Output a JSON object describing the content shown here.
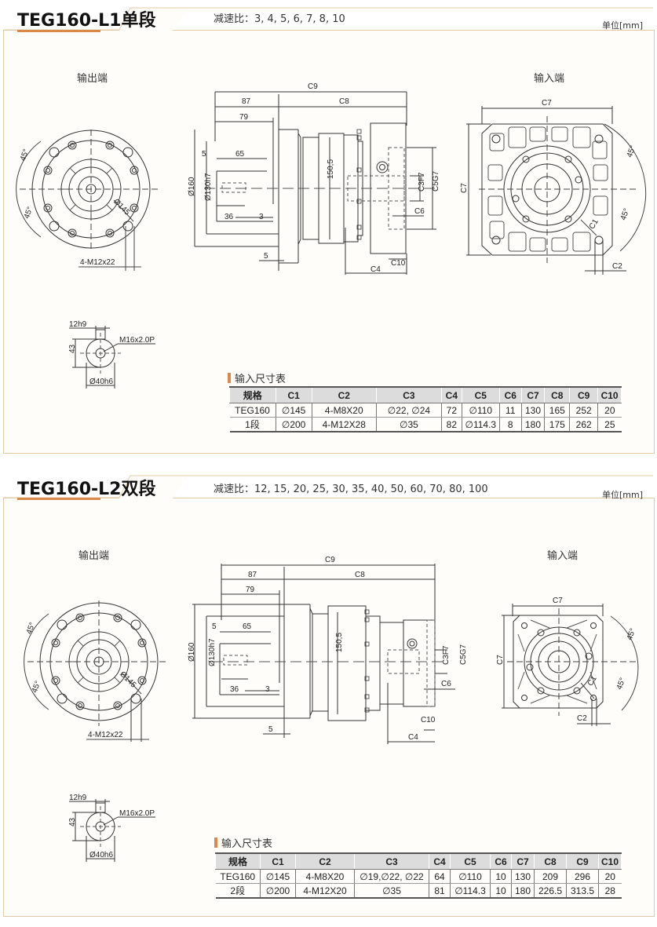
{
  "sections": [
    {
      "title": "TEG160-L1单段",
      "ratio": "减速比：3, 4, 5, 6, 7, 8, 10",
      "unit": "单位[mm]",
      "output_label": "输出端",
      "input_label": "输入端",
      "dims": {
        "c9": "C9",
        "d87": "87",
        "c8": "C8",
        "d79": "79",
        "d5a": "5",
        "d65": "65",
        "dia160": "Ø160",
        "dia130": "Ø130h7",
        "d150": "150,5",
        "d36": "36",
        "d3": "3",
        "d5b": "5",
        "c3": "C3F7",
        "c5": "C5G7",
        "c6": "C6",
        "c10": "C10",
        "c4": "C4",
        "c7": "C7",
        "c1": "C1",
        "c2": "C2",
        "ang": "45°",
        "dia145": "Ø145",
        "bolt": "4-M12x22",
        "key": "12h9",
        "h43": "43",
        "thread": "M16x2.0P",
        "shaft": "Ø40h6"
      },
      "table": {
        "title": "输入尺寸表",
        "headers": [
          "规格",
          "C1",
          "C2",
          "C3",
          "C4",
          "C5",
          "C6",
          "C7",
          "C8",
          "C9",
          "C10"
        ],
        "rows": [
          [
            "TEG160",
            "∅145",
            "4-M8X20",
            "∅22, ∅24",
            "72",
            "∅110",
            "11",
            "130",
            "165",
            "252",
            "20"
          ],
          [
            "1段",
            "∅200",
            "4-M12X28",
            "∅35",
            "82",
            "∅114.3",
            "8",
            "180",
            "175",
            "262",
            "25"
          ]
        ]
      }
    },
    {
      "title": "TEG160-L2双段",
      "ratio": "减速比：12, 15, 20, 25, 30, 35, 40, 50, 60, 70, 80, 100",
      "unit": "单位[mm]",
      "output_label": "输出端",
      "input_label": "输入端",
      "dims": {
        "c9": "C9",
        "d87": "87",
        "c8": "C8",
        "d79": "79",
        "d5a": "5",
        "d65": "65",
        "dia160": "Ø160",
        "dia130": "Ø130h7",
        "d150": "150,5",
        "d36": "36",
        "d3": "3",
        "d5b": "5",
        "c3": "C3F7",
        "c5": "C5G7",
        "c6": "C6",
        "c10": "C10",
        "c4": "C4",
        "c7": "C7",
        "c1": "C1",
        "c2": "C2",
        "ang": "45°",
        "dia145": "Ø145",
        "bolt": "4-M12x22",
        "key": "12h9",
        "h43": "43",
        "thread": "M16x2.0P",
        "shaft": "Ø40h6"
      },
      "table": {
        "title": "输入尺寸表",
        "headers": [
          "规格",
          "C1",
          "C2",
          "C3",
          "C4",
          "C5",
          "C6",
          "C7",
          "C8",
          "C9",
          "C10"
        ],
        "rows": [
          [
            "TEG160",
            "∅145",
            "4-M8X20",
            "∅19,∅22, ∅22",
            "64",
            "∅110",
            "10",
            "130",
            "209",
            "296",
            "20"
          ],
          [
            "2段",
            "∅200",
            "4-M12X20",
            "∅35",
            "81",
            "∅114.3",
            "10",
            "180",
            "226.5",
            "313.5",
            "28"
          ]
        ]
      }
    }
  ],
  "colors": {
    "accent": "#d98a4a",
    "frame": "#e2c9a6",
    "table_header": "#dcdcdc"
  }
}
